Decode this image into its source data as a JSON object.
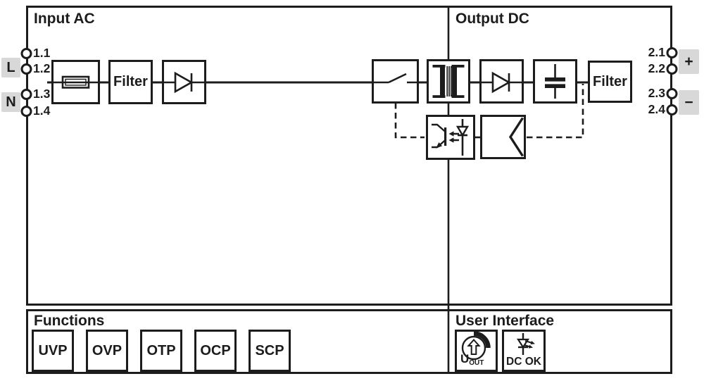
{
  "colors": {
    "ink": "#1c1c1c",
    "tag_bg": "#d8d8d8",
    "background": "#ffffff"
  },
  "sections": {
    "input_ac": {
      "title": "Input AC"
    },
    "output_dc": {
      "title": "Output DC"
    },
    "functions": {
      "title": "Functions",
      "items": [
        "UVP",
        "OVP",
        "OTP",
        "OCP",
        "SCP"
      ]
    },
    "user_interface": {
      "title": "User Interface",
      "uout": {
        "label": "U",
        "sub": "OUT"
      },
      "dcok": {
        "label": "DC OK"
      }
    }
  },
  "blocks": {
    "input_filter": "Filter",
    "output_filter": "Filter"
  },
  "icons": {
    "fuse": "fuse-icon",
    "input_rectifier": "diode-icon",
    "switch": "switch-icon",
    "transformer": "transformer-icon",
    "output_rectifier": "diode-icon",
    "capacitor": "capacitor-icon",
    "optocoupler": "optocoupler-icon",
    "feedback_amplifier": "amplifier-icon",
    "voltage_adjust": "potentiometer-icon",
    "dc_ok_indicator": "led-icon"
  },
  "terminals": {
    "input": {
      "tags": [
        "L",
        "N"
      ],
      "points": [
        "1.1",
        "1.2",
        "1.3",
        "1.4"
      ]
    },
    "output": {
      "tags": [
        "+",
        "−"
      ],
      "points": [
        "2.1",
        "2.2",
        "2.3",
        "2.4"
      ]
    }
  }
}
